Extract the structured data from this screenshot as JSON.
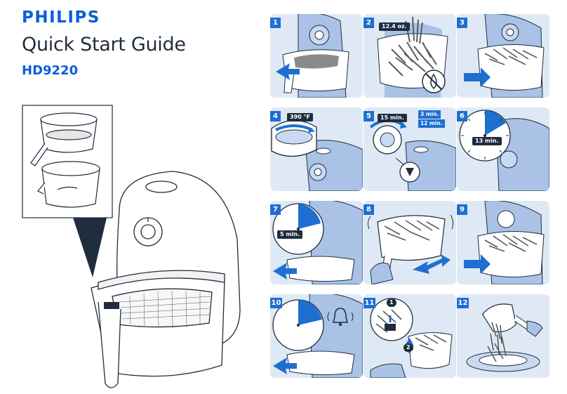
{
  "header": {
    "brand": "PHILIPS",
    "title": "Quick Start Guide",
    "model": "HD9220"
  },
  "steps": [
    {
      "number": "1",
      "icon": "pull-basket-icon"
    },
    {
      "number": "2",
      "label": "12.4 oz.",
      "icon": "no-oil-icon"
    },
    {
      "number": "3",
      "icon": "push-basket-icon"
    },
    {
      "number": "4",
      "label": "390 °F",
      "icon": "temperature-dial-icon"
    },
    {
      "number": "5",
      "label": "15 min.",
      "options": [
        "3 min.",
        "12 min."
      ],
      "icon": "timer-dial-icon"
    },
    {
      "number": "6",
      "label": "13 min.",
      "icon": "timer-clock-icon"
    },
    {
      "number": "7",
      "label": "5 min.",
      "icon": "timer-clock-icon"
    },
    {
      "number": "8",
      "icon": "shake-basket-icon"
    },
    {
      "number": "9",
      "icon": "push-basket-icon"
    },
    {
      "number": "10",
      "icon": "bell-icon"
    },
    {
      "number": "11",
      "markers": [
        "1",
        "2"
      ],
      "icon": "release-button-icon"
    },
    {
      "number": "12",
      "icon": "serve-fries-icon"
    }
  ],
  "colors": {
    "brand": "#0b5ed7",
    "panel": "#dfe9f6",
    "accent": "#1f6fd1",
    "appliance": "#a9c2e6",
    "outline": "#1f2d3d"
  }
}
